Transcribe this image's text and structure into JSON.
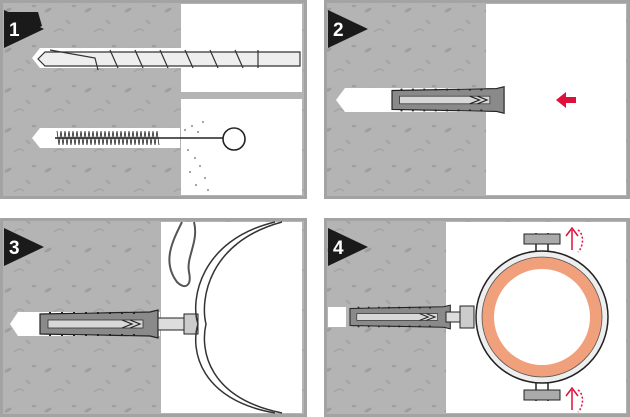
{
  "steps": [
    {
      "number": "1",
      "action": "drill-and-clean"
    },
    {
      "number": "2",
      "action": "insert-plug"
    },
    {
      "number": "3",
      "action": "screw-in-clamp"
    },
    {
      "number": "4",
      "action": "tighten-clamp"
    }
  ],
  "colors": {
    "wall": "#b4b4b4",
    "border": "#a3a3a3",
    "badge": "#1a1a1a",
    "arrow": "#e0103c",
    "pipe": "#f0a07a"
  },
  "icons": [
    "drill-bit-icon",
    "cleaning-brush-icon",
    "wall-plug-icon",
    "push-arrow-icon",
    "pipe-clamp-icon",
    "rotate-arrow-icon"
  ]
}
